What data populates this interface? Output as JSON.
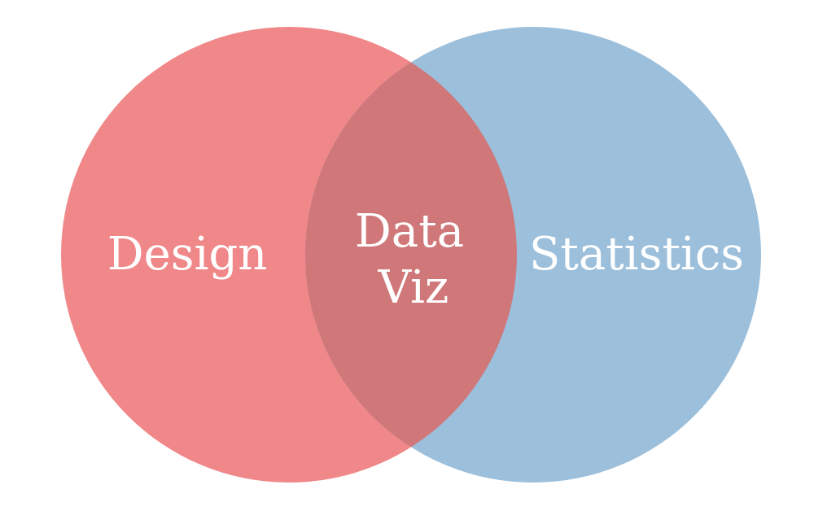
{
  "diagram": {
    "sets": [
      {
        "label": "Design",
        "color": "#f08789"
      },
      {
        "label": "Statistics",
        "color": "#9cbfdb"
      }
    ],
    "intersection": {
      "label_lines": [
        "Data",
        "Viz"
      ],
      "color": "#cf7779"
    },
    "text_color": "#ffffff",
    "background": "#ffffff"
  }
}
